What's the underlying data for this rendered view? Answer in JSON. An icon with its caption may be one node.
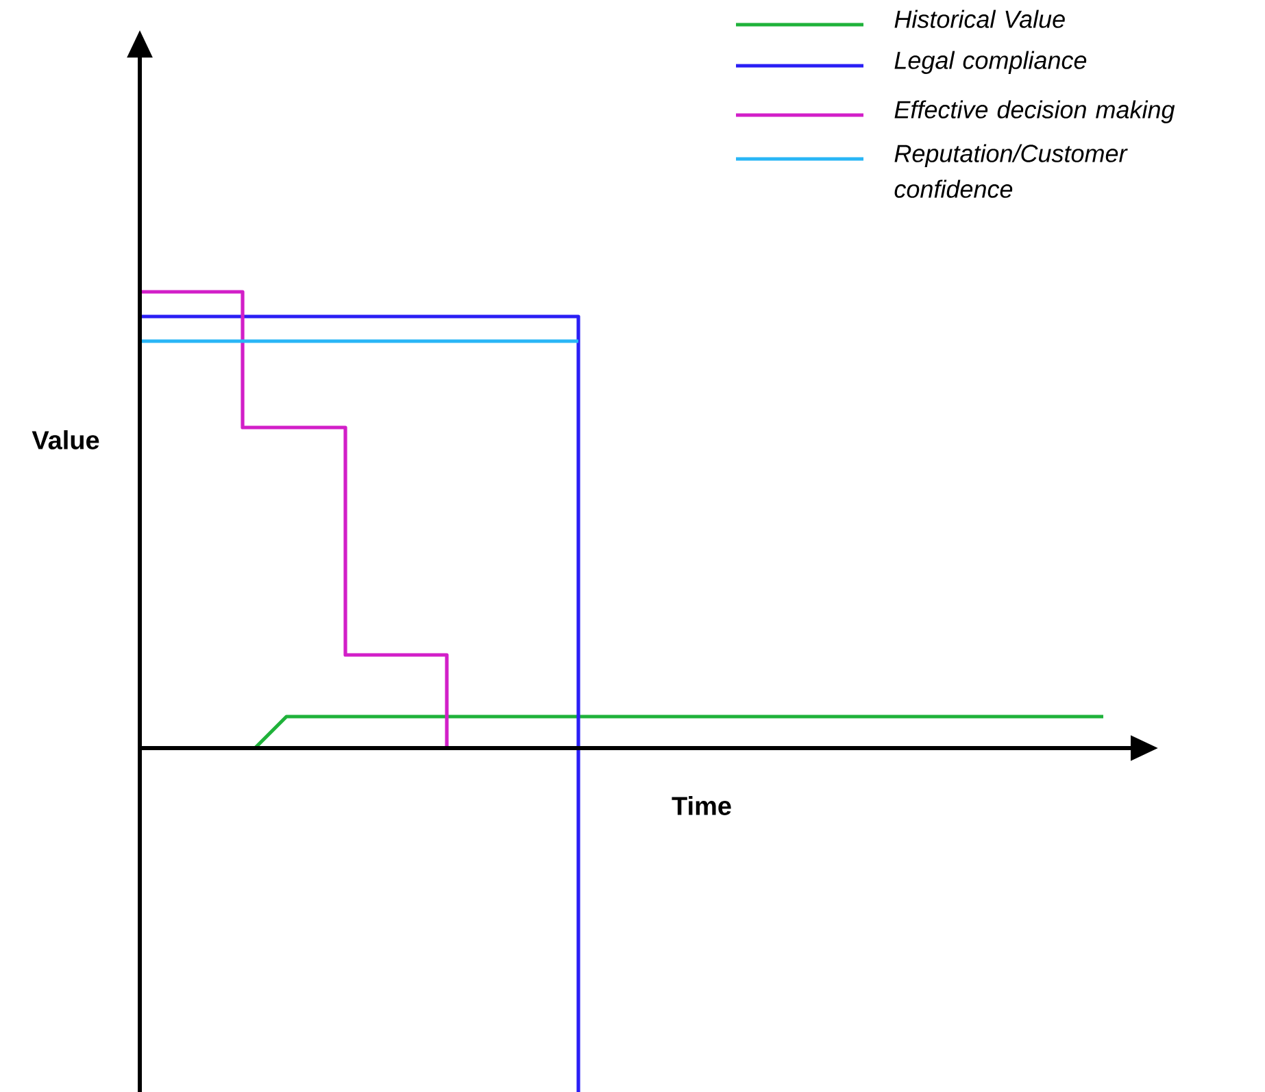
{
  "diagram": {
    "labels": [
      "Value",
      "Time"
    ],
    "legend": [
      {
        "text": "Historical Value"
      },
      {
        "text": "Legal compliance"
      },
      {
        "text": "Effective decision making"
      },
      {
        "text": "Reputation/Customer confidence"
      }
    ]
  }
}
